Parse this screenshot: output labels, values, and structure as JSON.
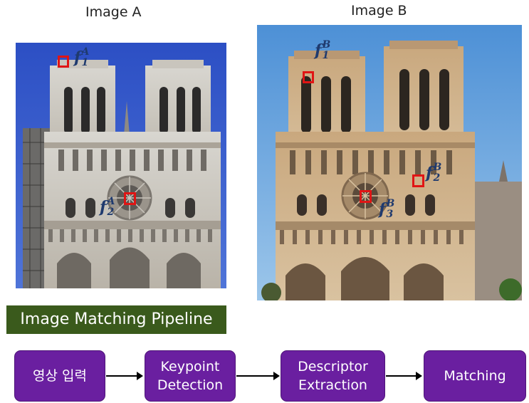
{
  "images": {
    "a": {
      "title": "Image A"
    },
    "b": {
      "title": "Image B"
    }
  },
  "keypoints": {
    "a1": {
      "base": "f",
      "sub": "1",
      "sup": "A"
    },
    "a2": {
      "base": "f",
      "sub": "2",
      "sup": "A"
    },
    "b1": {
      "base": "f",
      "sub": "1",
      "sup": "B"
    },
    "b2": {
      "base": "f",
      "sub": "2",
      "sup": "B"
    },
    "b3": {
      "base": "f",
      "sub": "3",
      "sup": "B"
    }
  },
  "banner": {
    "label": "Image Matching Pipeline"
  },
  "pipeline": {
    "steps": [
      {
        "line1": "영상 입력",
        "line2": ""
      },
      {
        "line1": "Keypoint",
        "line2": "Detection"
      },
      {
        "line1": "Descriptor",
        "line2": "Extraction"
      },
      {
        "line1": "Matching",
        "line2": ""
      }
    ]
  },
  "colors": {
    "keypoint_box": "#e01515",
    "label_text": "#1f3a6e",
    "banner_bg": "#3a5a1c",
    "step_bg": "#6a1fa0"
  }
}
